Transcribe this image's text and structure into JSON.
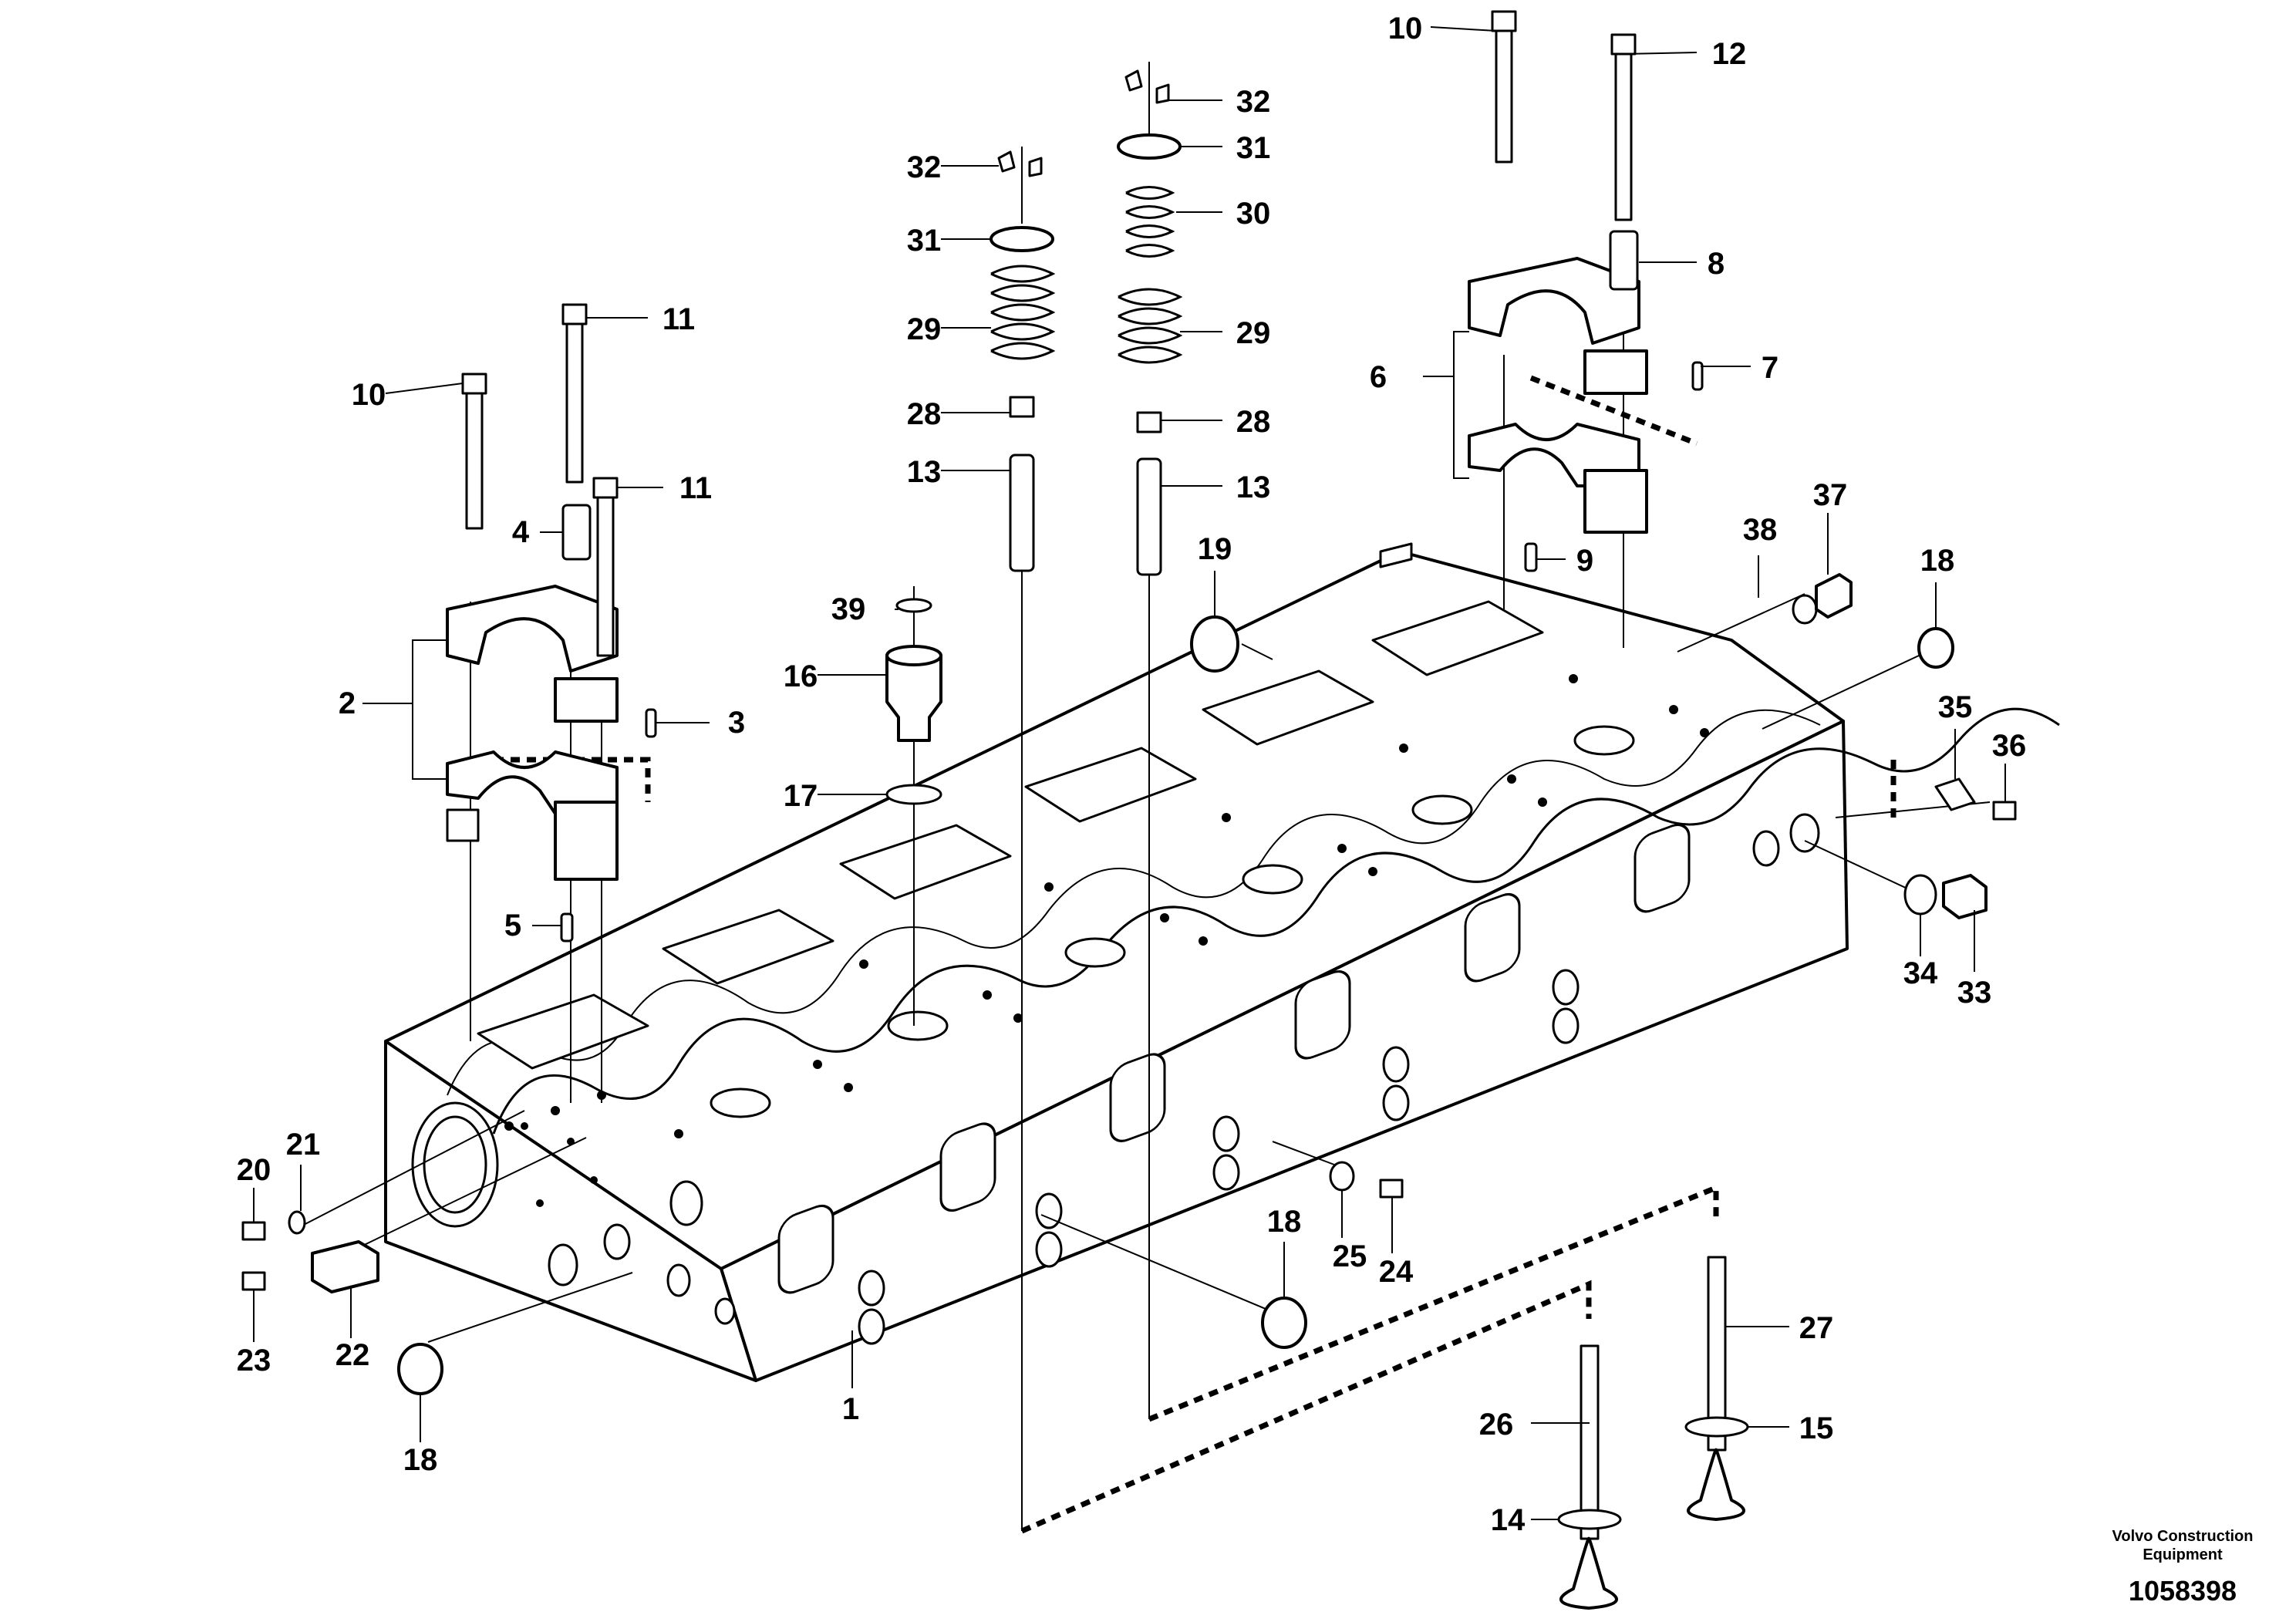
{
  "labels": {
    "l1": "1",
    "l2": "2",
    "l3": "3",
    "l4": "4",
    "l5": "5",
    "l6": "6",
    "l7": "7",
    "l8": "8",
    "l9": "9",
    "l10a": "10",
    "l10b": "10",
    "l11a": "11",
    "l11b": "11",
    "l12": "12",
    "l13a": "13",
    "l13b": "13",
    "l14": "14",
    "l15": "15",
    "l16": "16",
    "l17": "17",
    "l18a": "18",
    "l18b": "18",
    "l18c": "18",
    "l19": "19",
    "l20": "20",
    "l21": "21",
    "l22": "22",
    "l23": "23",
    "l24": "24",
    "l25": "25",
    "l26": "26",
    "l27": "27",
    "l28a": "28",
    "l28b": "28",
    "l29a": "29",
    "l29b": "29",
    "l30": "30",
    "l31a": "31",
    "l31b": "31",
    "l32a": "32",
    "l32b": "32",
    "l33": "33",
    "l34": "34",
    "l35": "35",
    "l36": "36",
    "l37": "37",
    "l38": "38",
    "l39": "39"
  },
  "footer": {
    "brand_line1": "Volvo Construction",
    "brand_line2": "Equipment",
    "drawing_number": "1058398"
  }
}
